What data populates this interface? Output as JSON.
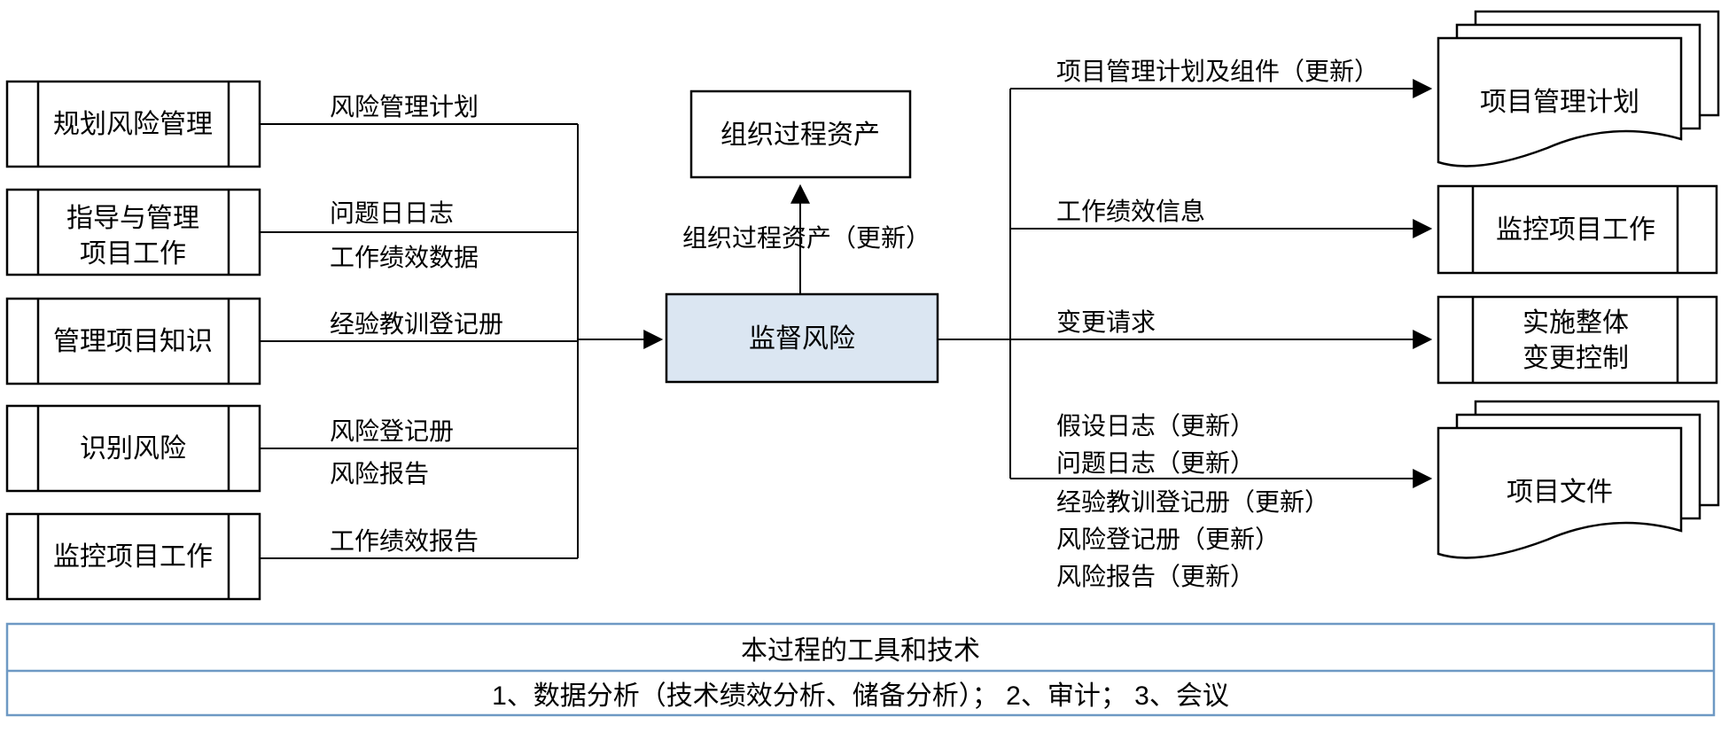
{
  "colors": {
    "process_fill": "#dbe6f2",
    "table_border": "#6e99c4",
    "line_color": "#000000"
  },
  "inputs": [
    {
      "box_lines": [
        "规划风险管理"
      ],
      "labels": [
        "风险管理计划"
      ]
    },
    {
      "box_lines": [
        "指导与管理",
        "项目工作"
      ],
      "labels": [
        "问题日日志",
        "工作绩效数据"
      ]
    },
    {
      "box_lines": [
        "管理项目知识"
      ],
      "labels": [
        "经验教训登记册"
      ]
    },
    {
      "box_lines": [
        "识别风险"
      ],
      "labels": [
        "风险登记册",
        "风险报告"
      ]
    },
    {
      "box_lines": [
        "监控项目工作"
      ],
      "labels": [
        "工作绩效报告"
      ]
    }
  ],
  "center": {
    "process_label": "监督风险",
    "asset_box_label": "组织过程资产",
    "asset_update_label": "组织过程资产（更新）"
  },
  "outputs": [
    {
      "labels": [
        "项目管理计划及组件（更新）"
      ],
      "target_lines": [
        "项目管理计划"
      ],
      "target_type": "document-stack"
    },
    {
      "labels": [
        "工作绩效信息"
      ],
      "target_lines": [
        "监控项目工作"
      ],
      "target_type": "process"
    },
    {
      "labels": [
        "变更请求"
      ],
      "target_lines": [
        "实施整体",
        "变更控制"
      ],
      "target_type": "process"
    },
    {
      "labels": [
        "假设日志（更新）",
        "问题日志（更新）",
        "经验教训登记册（更新）",
        "风险登记册（更新）",
        "风险报告（更新）"
      ],
      "target_lines": [
        "项目文件"
      ],
      "target_type": "document-stack"
    }
  ],
  "tools_table": {
    "header": "本过程的工具和技术",
    "row": "1、数据分析（技术绩效分析、储备分析）；  2、审计；  3、会议"
  }
}
